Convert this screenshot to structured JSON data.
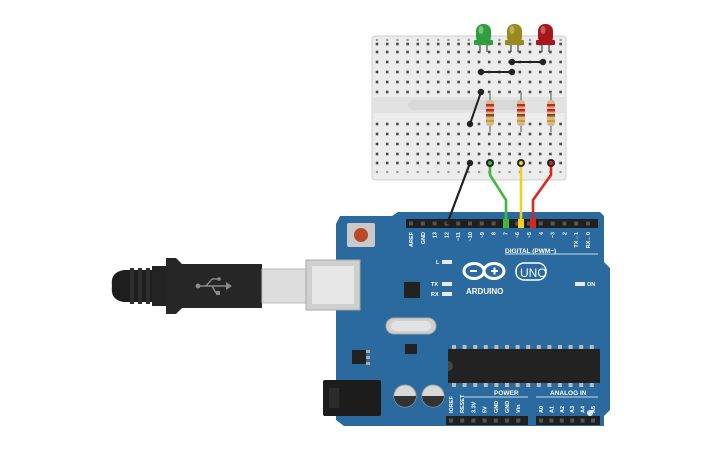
{
  "board": {
    "brand": "ARDUINO",
    "model": "UNO",
    "digital_header": "DIGITAL (PWM~)",
    "power_header": "POWER",
    "analog_header": "ANALOG IN",
    "led_l": "L",
    "led_tx": "TX",
    "led_rx": "RX",
    "led_on": "ON",
    "digital_pins": [
      "AREF",
      "GND",
      "13",
      "12",
      "~11",
      "~10",
      "~9",
      "8",
      "7",
      "~6",
      "~5",
      "4",
      "~3",
      "2",
      "TX→1",
      "RX←0"
    ],
    "power_pins": [
      "IOREF",
      "RESET",
      "3.3V",
      "5V",
      "GND",
      "GND",
      "Vin"
    ],
    "analog_pins": [
      "A0",
      "A1",
      "A2",
      "A3",
      "A4",
      "A5"
    ]
  },
  "components": {
    "leds": [
      {
        "name": "green-led",
        "color": "#2e9e3e"
      },
      {
        "name": "yellow-led",
        "color": "#9a8a1e"
      },
      {
        "name": "red-led",
        "color": "#a8161c"
      }
    ],
    "wires": [
      {
        "name": "ground-wire",
        "color": "#222222"
      },
      {
        "name": "green-wire",
        "color": "#3fb83f"
      },
      {
        "name": "yellow-wire",
        "color": "#f0d21c"
      },
      {
        "name": "red-wire",
        "color": "#d8281e"
      }
    ],
    "board_color": "#2a6a9e",
    "breadboard_color": "#ececec"
  }
}
